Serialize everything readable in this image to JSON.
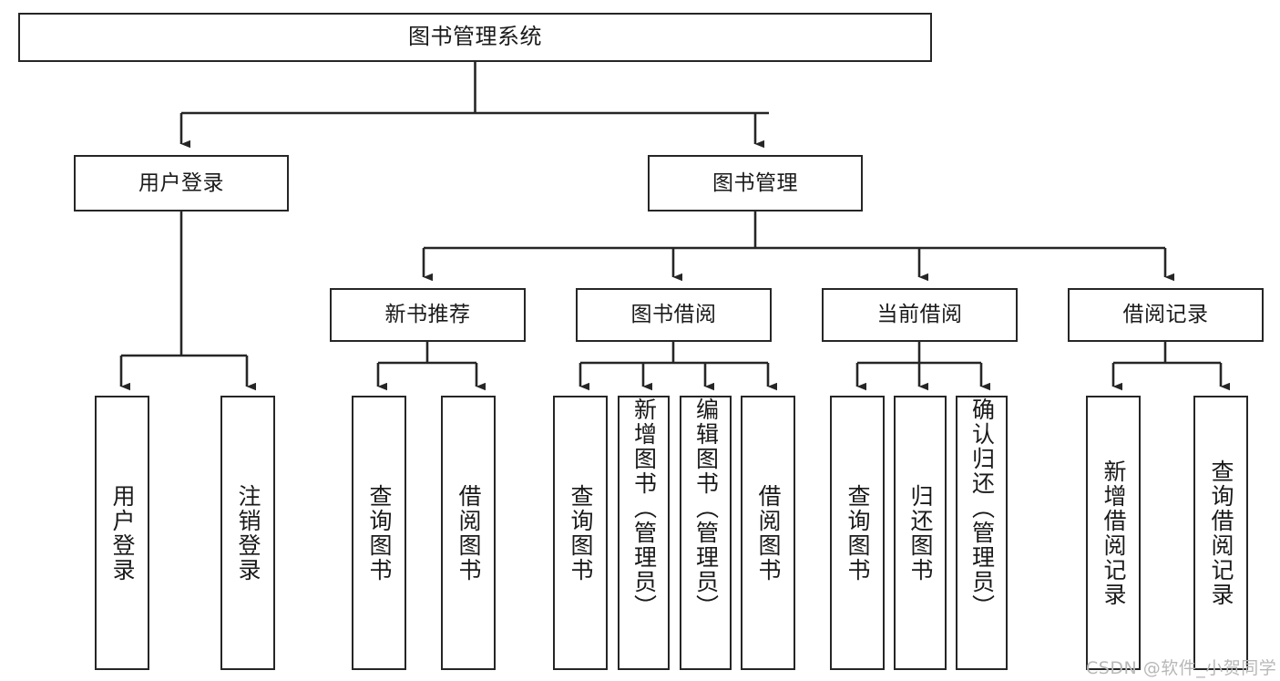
{
  "diagram": {
    "type": "tree-hierarchy-chart",
    "title": "图书管理系统",
    "background_color": "#ffffff",
    "line_color": "#262626",
    "text_color": "#1a1a1a",
    "levels": 4
  },
  "root": {
    "label": "图书管理系统"
  },
  "level2": [
    {
      "label": "用户登录"
    },
    {
      "label": "图书管理"
    }
  ],
  "level3": [
    {
      "label": "新书推荐"
    },
    {
      "label": "图书借阅"
    },
    {
      "label": "当前借阅"
    },
    {
      "label": "借阅记录"
    }
  ],
  "leaves": {
    "user_login": [
      {
        "label": "用户登录"
      },
      {
        "label": "注销登录"
      }
    ],
    "new_book_recommend": [
      {
        "label": "查询图书"
      },
      {
        "label": "借阅图书"
      }
    ],
    "book_borrow": [
      {
        "label": "查询图书"
      },
      {
        "label": "新增图书（管理员）"
      },
      {
        "label": "编辑图书（管理员）"
      },
      {
        "label": "借阅图书"
      }
    ],
    "current_borrow": [
      {
        "label": "查询图书"
      },
      {
        "label": "归还图书"
      },
      {
        "label": "确认归还（管理员）"
      }
    ],
    "borrow_record": [
      {
        "label": "新增借阅记录"
      },
      {
        "label": "查询借阅记录"
      }
    ]
  },
  "watermark": {
    "text": "CSDN @软件_小贺同学"
  }
}
